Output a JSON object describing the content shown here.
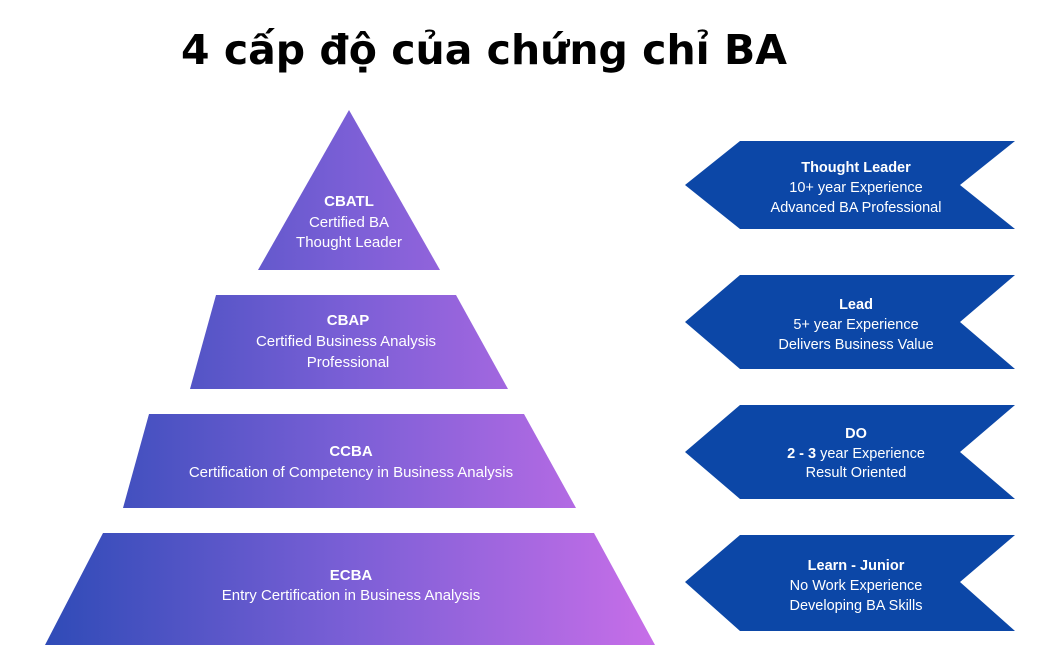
{
  "title": "4 cấp độ của chứng chỉ BA",
  "colors": {
    "pyramid_gradient_start": "#2f4bb7",
    "pyramid_gradient_mid": "#7b5fd6",
    "pyramid_gradient_end": "#c76ee8",
    "arrow_fill": "#0c47a7",
    "text_on_shape": "#ffffff",
    "title_text": "#000000"
  },
  "pyramid": {
    "levels": [
      {
        "code": "CBATL",
        "lines": [
          "Certified BA",
          "Thought Leader"
        ]
      },
      {
        "code": "CBAP",
        "lines": [
          "Certified Business Analysis",
          "Professional"
        ]
      },
      {
        "code": "CCBA",
        "lines": [
          "Certification of Competency in Business Analysis"
        ]
      },
      {
        "code": "ECBA",
        "lines": [
          "Entry Certification in Business Analysis"
        ]
      }
    ]
  },
  "roles": [
    {
      "name": "Thought Leader",
      "experience": "10+ year Experience",
      "experience_bold": "",
      "experience_rest": "",
      "detail": "Advanced BA Professional"
    },
    {
      "name": "Lead",
      "experience": "5+ year Experience",
      "experience_bold": "",
      "experience_rest": "",
      "detail": "Delivers Business Value"
    },
    {
      "name": "DO",
      "experience": "",
      "experience_bold": "2 - 3",
      "experience_rest": " year Experience",
      "detail": "Result Oriented"
    },
    {
      "name": "Learn - Junior",
      "experience": "No Work Experience",
      "experience_bold": "",
      "experience_rest": "",
      "detail": "Developing BA Skills"
    }
  ]
}
